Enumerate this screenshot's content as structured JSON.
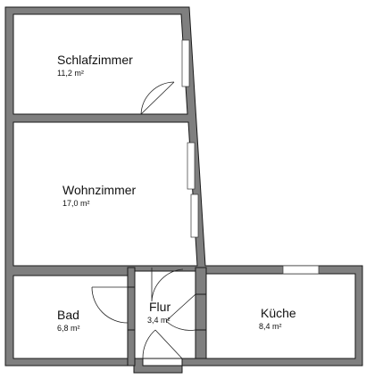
{
  "rooms": {
    "schlafzimmer": {
      "name": "Schlafzimmer",
      "area": "11,2 m²"
    },
    "wohnzimmer": {
      "name": "Wohnzimmer",
      "area": "17,0 m²"
    },
    "bad": {
      "name": "Bad",
      "area": "6,8 m²"
    },
    "flur": {
      "name": "Flur",
      "area": "3,4 m²"
    },
    "kueche": {
      "name": "Küche",
      "area": "8,4 m²"
    }
  },
  "colors": {
    "wall": "#7f7f7f",
    "outline": "#1a1a1a",
    "floor": "#ffffff"
  }
}
